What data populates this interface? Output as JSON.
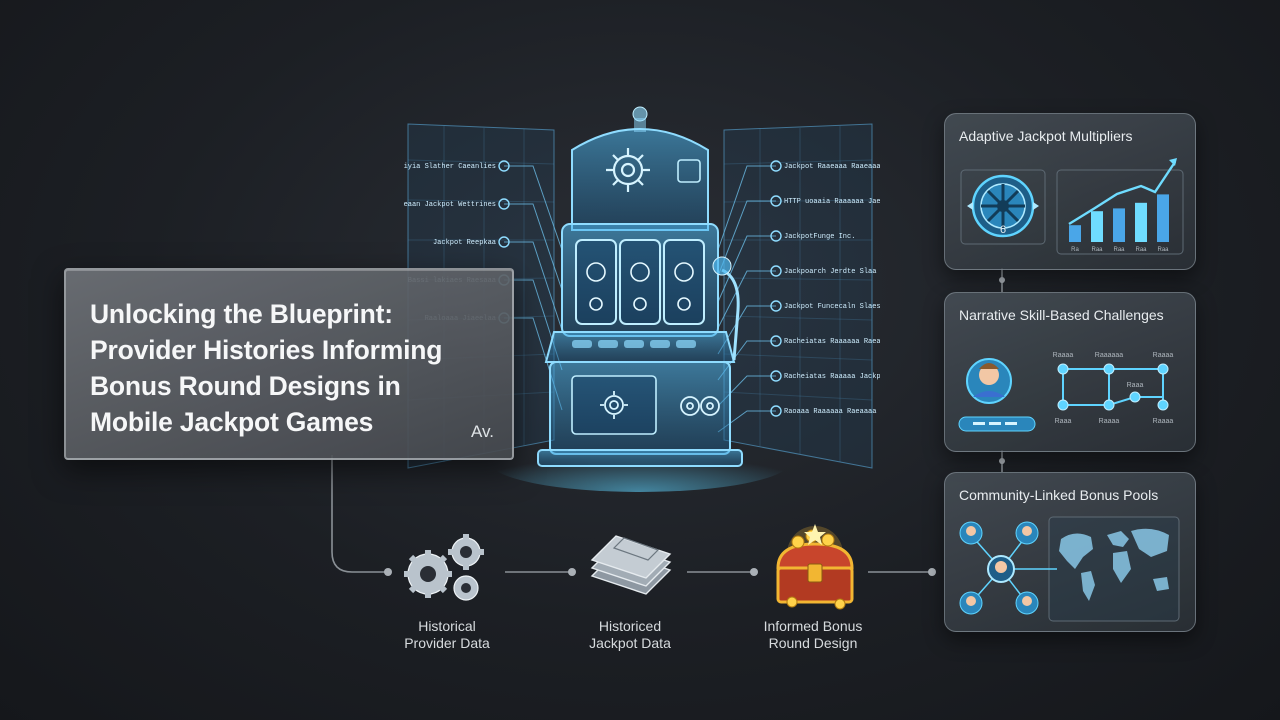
{
  "title_card": {
    "lines": [
      "Unlocking the Blueprint:",
      "Provider Histories Informing",
      "Bonus Round Designs in",
      "Mobile Jackpot Games"
    ],
    "badge": "Av."
  },
  "hologram": {
    "left_labels": [
      "Mangefiyia Slather Caeanlies",
      "Raeaan Jackpot Wettrines",
      "Jackpot Reepkaa",
      "Bassi lakiaes Raesaaa",
      "Raaloaaa Jiaeelaa"
    ],
    "right_labels": [
      "Jackpot Raaeaaa Raaeaaa",
      "HTTP uoaaia Raaaaaa Jaeeeaaaa",
      "JackpotFunge Inc.",
      "Jackpoarch Jerdte Slaa",
      "Jackpot Funcecaln Slaesaa Raaeaa",
      "Racheiatas Raaaaaa Raeaaaaa Raeaaaa",
      "Racheiatas Raaaaa Jackpot Slaaaaaa",
      "Raoaaa Raaaaaa Raeaaaa Raeaaaa"
    ]
  },
  "panels": {
    "adaptive": {
      "title": "Adaptive Jackpot Multipliers",
      "wheel_number": "6",
      "bar_ticks": [
        "Ra",
        "Raa",
        "Raa",
        "Raa",
        "Raa"
      ]
    },
    "narrative": {
      "title": "Narrative Skill-Based Challenges",
      "node_labels": [
        "Raaaa",
        "Raaaaaa",
        "Raaaa",
        "Raaa",
        "Raaaa",
        "Raaa",
        "Raaaa"
      ]
    },
    "community": {
      "title": "Community-Linked Bonus Pools"
    }
  },
  "flow": {
    "steps": [
      {
        "lines": [
          "Historical",
          "Provider Data"
        ],
        "icon": "gears-icon"
      },
      {
        "lines": [
          "Historiced",
          "Jackpot Data"
        ],
        "icon": "data-tickets-icon"
      },
      {
        "lines": [
          "Informed Bonus",
          "Round Design"
        ],
        "icon": "treasure-chest-icon"
      }
    ]
  },
  "colors": {
    "accent_cyan": "#5fd4ff",
    "hologram_blue": "#3aa8e8",
    "gold": "#f2b632",
    "chest_red": "#c8452c"
  }
}
